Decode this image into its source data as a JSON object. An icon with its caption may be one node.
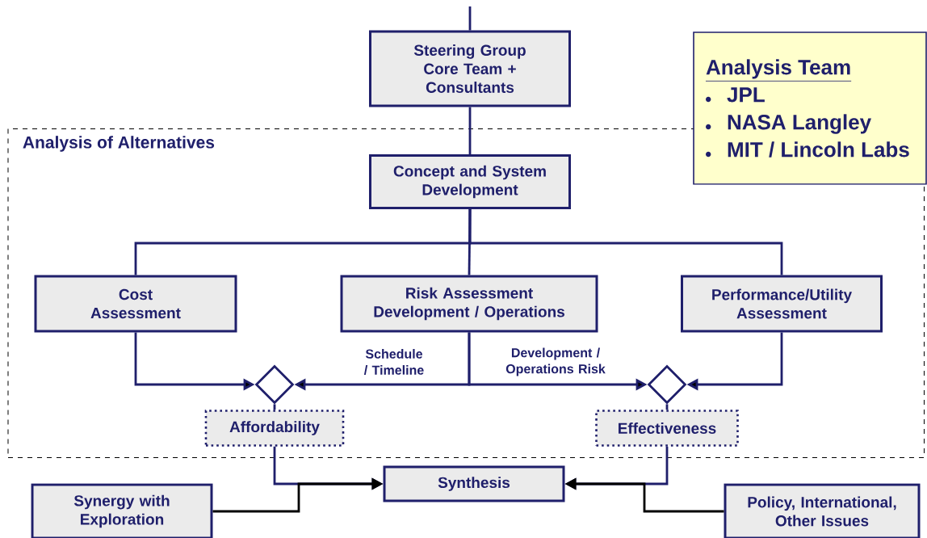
{
  "diagram": {
    "nodes": [
      {
        "text": [
          "Analysis of Alternatives"
        ]
      },
      {
        "text": [
          "Steering Group Core Team + Consultants"
        ]
      },
      {
        "text": [
          "Concept and System Development"
        ],
        "in": 0
      },
      {
        "text": [
          "Cost Assessment"
        ],
        "in": 0
      },
      {
        "text": [
          "Risk Assessment Development / Operations"
        ],
        "in": 0
      },
      {
        "text": [
          "Performance/Utility Assessment"
        ],
        "in": 0
      },
      {
        "text": [],
        "shape": "diamond",
        "in": 0
      },
      {
        "text": [],
        "shape": "diamond",
        "in": 0
      },
      {
        "text": [
          "Affordability"
        ],
        "in": 0
      },
      {
        "text": [
          "Effectiveness"
        ],
        "in": 0
      },
      {
        "text": [
          "Synthesis"
        ]
      },
      {
        "text": [
          "Synergy with Exploration"
        ]
      },
      {
        "text": [
          "Policy, International, Other Issues"
        ]
      },
      {
        "text": [
          "Analysis Team",
          "JPL",
          "NASA Langley",
          "MIT / Lincoln Labs"
        ]
      }
    ],
    "edges": [
      {
        "from": null,
        "to": 1,
        "arrow": "none"
      },
      {
        "from": 1,
        "to": 2,
        "arrow": "none"
      },
      {
        "from": 2,
        "to": 3,
        "arrow": "none"
      },
      {
        "from": 2,
        "to": 4,
        "arrow": "none"
      },
      {
        "from": 2,
        "to": 5,
        "arrow": "none"
      },
      {
        "from": 3,
        "to": 6,
        "arrow": "to"
      },
      {
        "from": 4,
        "to": 6,
        "arrow": "to",
        "label": "Schedule / Timeline"
      },
      {
        "from": 4,
        "to": 7,
        "arrow": "to",
        "label": "Development / Operations Risk"
      },
      {
        "from": 5,
        "to": 7,
        "arrow": "to"
      },
      {
        "from": 6,
        "to": 8,
        "arrow": "none"
      },
      {
        "from": 7,
        "to": 9,
        "arrow": "none"
      },
      {
        "from": 8,
        "to": 10,
        "arrow": "to"
      },
      {
        "from": 11,
        "to": 10,
        "arrow": "to",
        "color": "#000000"
      },
      {
        "from": 9,
        "to": 10,
        "arrow": "to"
      },
      {
        "from": 12,
        "to": 10,
        "arrow": "to",
        "color": "#000000"
      }
    ]
  }
}
